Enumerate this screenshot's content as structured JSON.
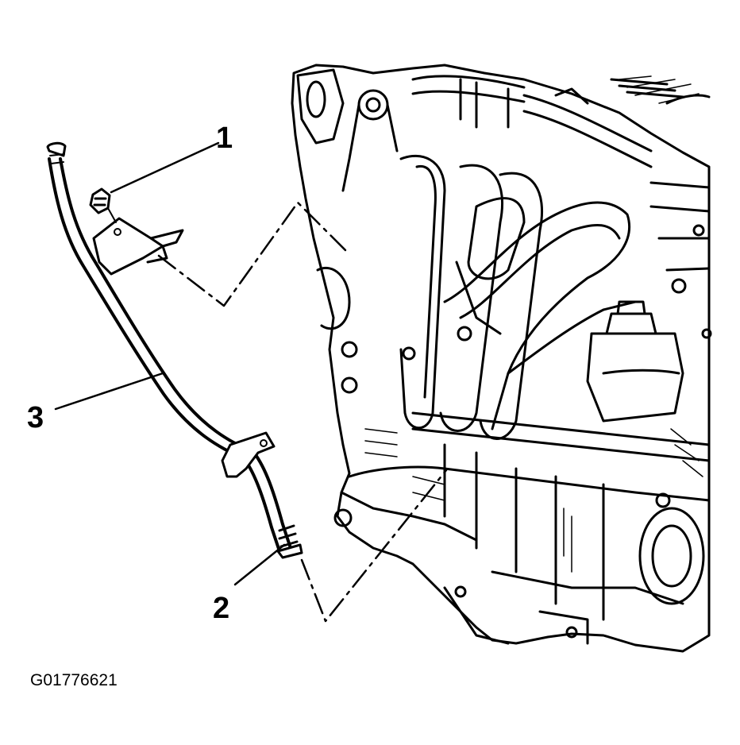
{
  "figure_id": "G01776621",
  "callouts": [
    {
      "label": "1"
    },
    {
      "label": "2"
    },
    {
      "label": "3"
    }
  ],
  "colors": {
    "ink": "#000000",
    "paper": "#ffffff"
  }
}
